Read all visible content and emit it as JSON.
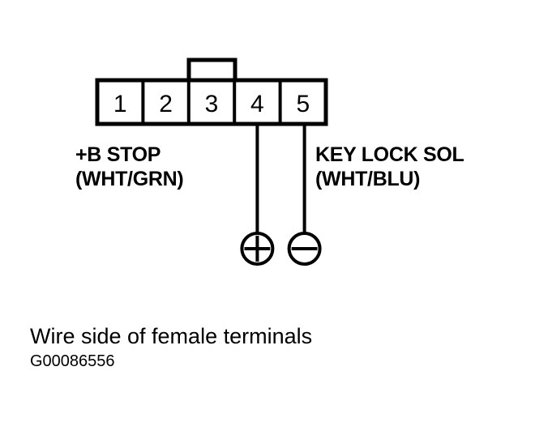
{
  "diagram": {
    "type": "wiring-connector-pinout",
    "connector": {
      "pin_count": 5,
      "pins": [
        {
          "number": "1",
          "signal": null,
          "wire_color": null,
          "has_lead": false
        },
        {
          "number": "2",
          "signal": null,
          "wire_color": null,
          "has_lead": false
        },
        {
          "number": "3",
          "signal": null,
          "wire_color": null,
          "has_lead": false
        },
        {
          "number": "4",
          "signal": "+B STOP",
          "wire_color": "(WHT/GRN)",
          "has_lead": true,
          "terminal_symbol": "plus"
        },
        {
          "number": "5",
          "signal": "KEY LOCK SOL",
          "wire_color": "(WHT/BLU)",
          "has_lead": true,
          "terminal_symbol": "minus"
        }
      ],
      "locking_tab": "top-center-above-pin-3"
    },
    "labels": {
      "left": {
        "signal": "+B STOP",
        "wire_color": "(WHT/GRN)"
      },
      "right": {
        "signal": "KEY LOCK SOL",
        "wire_color": "(WHT/BLU)"
      }
    },
    "terminals": [
      {
        "symbol": "plus",
        "glyph": "+",
        "name": "positive-terminal"
      },
      {
        "symbol": "minus",
        "glyph": "−",
        "name": "negative-terminal"
      }
    ],
    "caption": {
      "text": "Wire side of female terminals",
      "figure_id": "G00086556"
    },
    "colors": {
      "ink": "#000000",
      "background": "#ffffff"
    }
  }
}
